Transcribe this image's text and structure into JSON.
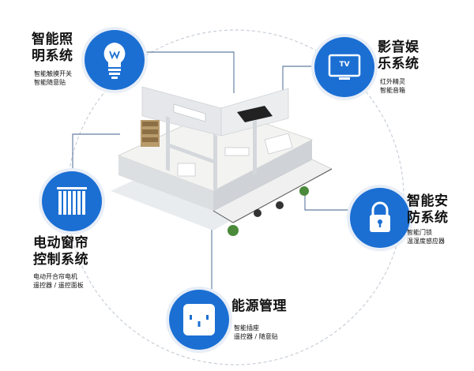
{
  "features": [
    {
      "id": "lighting",
      "title_lines": [
        "智能照",
        "明系统"
      ],
      "sub_lines": [
        "智能触摸开关",
        "智能随意贴"
      ],
      "icon": "bulb-icon"
    },
    {
      "id": "entertainment",
      "title_lines": [
        "影音娱",
        "乐系统"
      ],
      "sub_lines": [
        "红外精灵",
        "智能音箱"
      ],
      "icon": "tv-icon"
    },
    {
      "id": "curtain",
      "title_lines": [
        "电动窗帘",
        "控制系统"
      ],
      "sub_lines": [
        "电动开合帘电机",
        "遥控器 / 遥控面板"
      ],
      "icon": "curtain-icon"
    },
    {
      "id": "security",
      "title_lines": [
        "智能安",
        "防系统"
      ],
      "sub_lines": [
        "智能门锁",
        "温湿度感应器"
      ],
      "icon": "lock-icon"
    },
    {
      "id": "energy",
      "title_lines": [
        "能源管理"
      ],
      "sub_lines": [
        "智能插座",
        "遥控器 / 随意贴"
      ],
      "icon": "socket-icon"
    }
  ],
  "tv_icon_label": "TV",
  "colors": {
    "accent": "#1b6fd3",
    "line": "#3b5c8a",
    "dashed": "#c8cfd8"
  }
}
